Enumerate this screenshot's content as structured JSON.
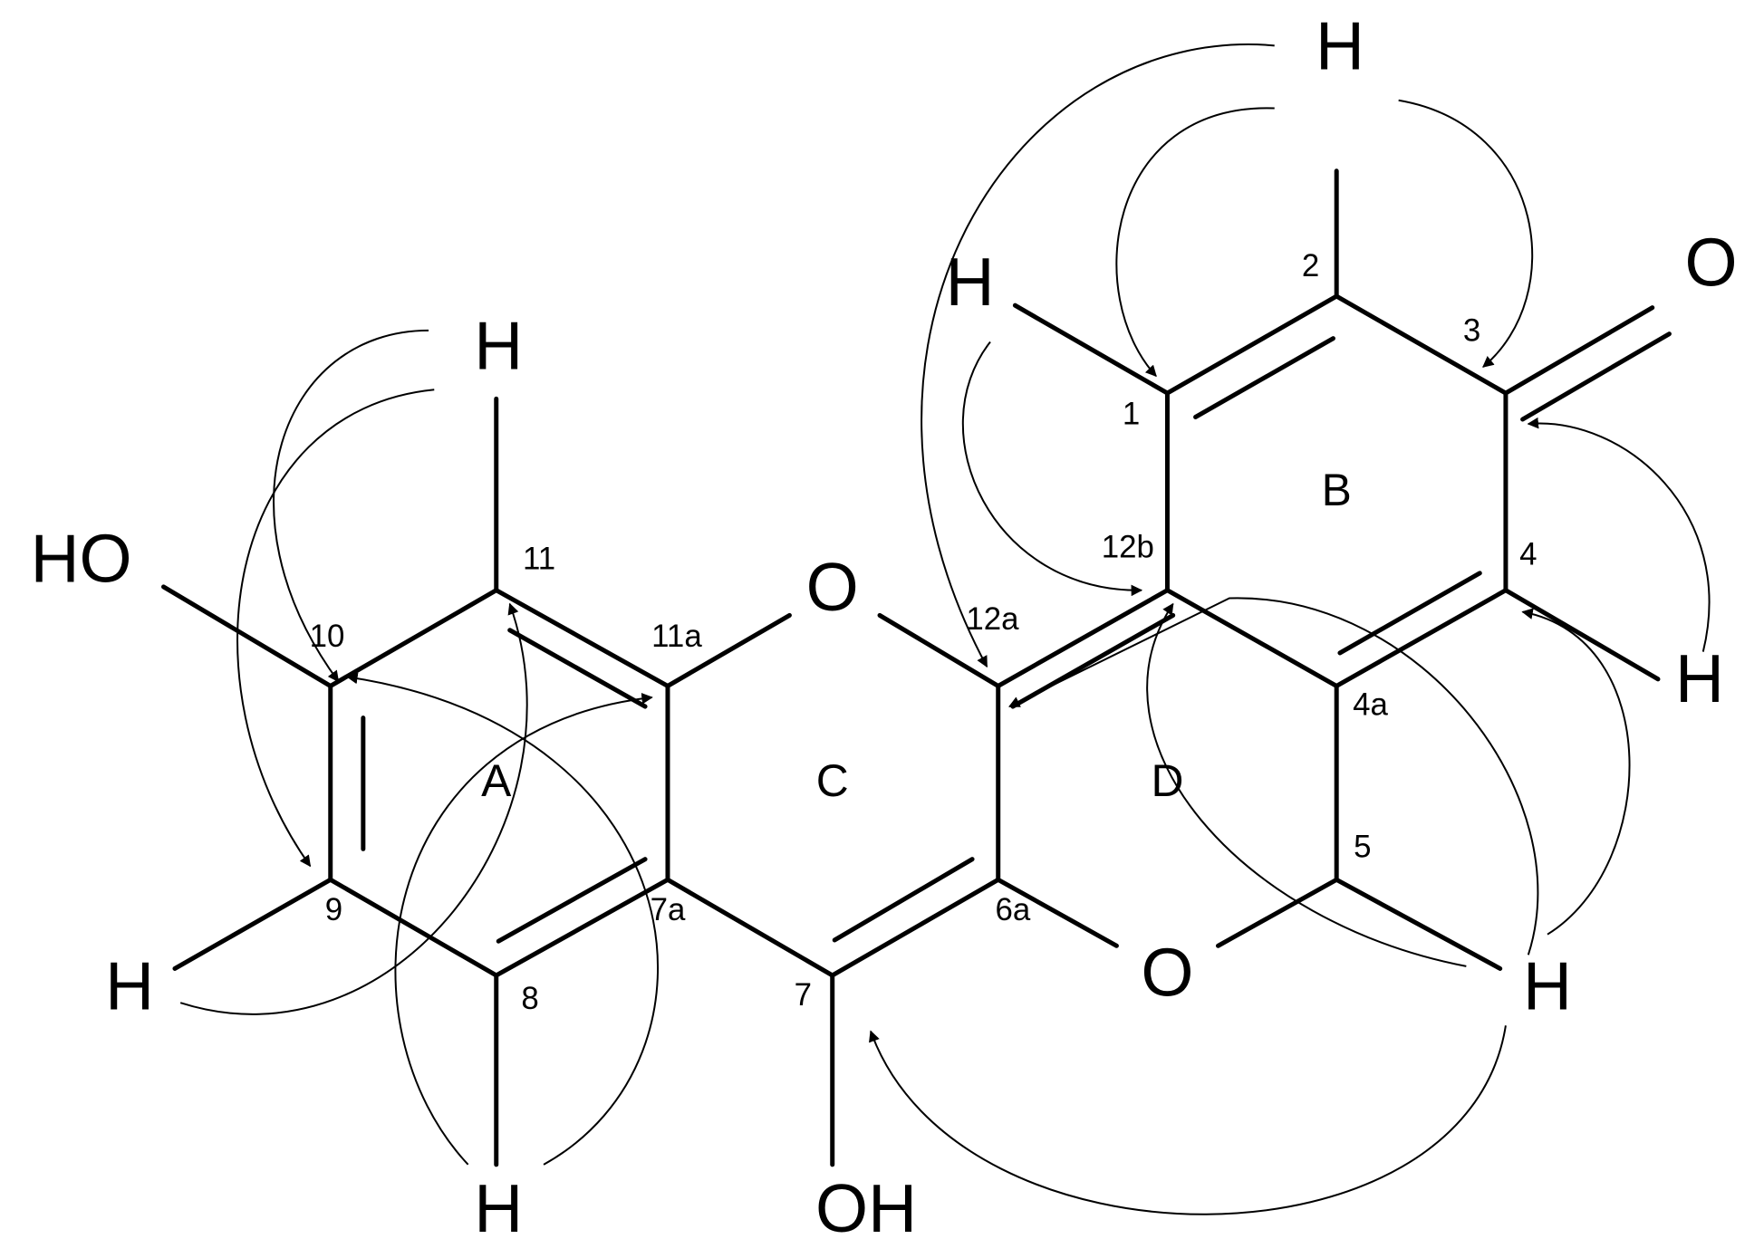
{
  "atoms": {
    "h_c2": "H",
    "o_ketone": "O",
    "h_c1": "H",
    "h_c4": "H",
    "h_c5": "H",
    "h_c11": "H",
    "ho_c10": "HO",
    "h_c9": "H",
    "h_c8": "H",
    "oh_c7": "OH",
    "o_ring_top": "O",
    "o_ring_bottom": "O"
  },
  "positions": {
    "p1": "1",
    "p2": "2",
    "p3": "3",
    "p4": "4",
    "p4a": "4a",
    "p5": "5",
    "p6a": "6a",
    "p7": "7",
    "p7a": "7a",
    "p8": "8",
    "p9": "9",
    "p10": "10",
    "p11": "11",
    "p11a": "11a",
    "p12a": "12a",
    "p12b": "12b"
  },
  "rings": {
    "a": "A",
    "b": "B",
    "c": "C",
    "d": "D"
  },
  "colors": {
    "line": "#000000",
    "background": "#ffffff"
  }
}
